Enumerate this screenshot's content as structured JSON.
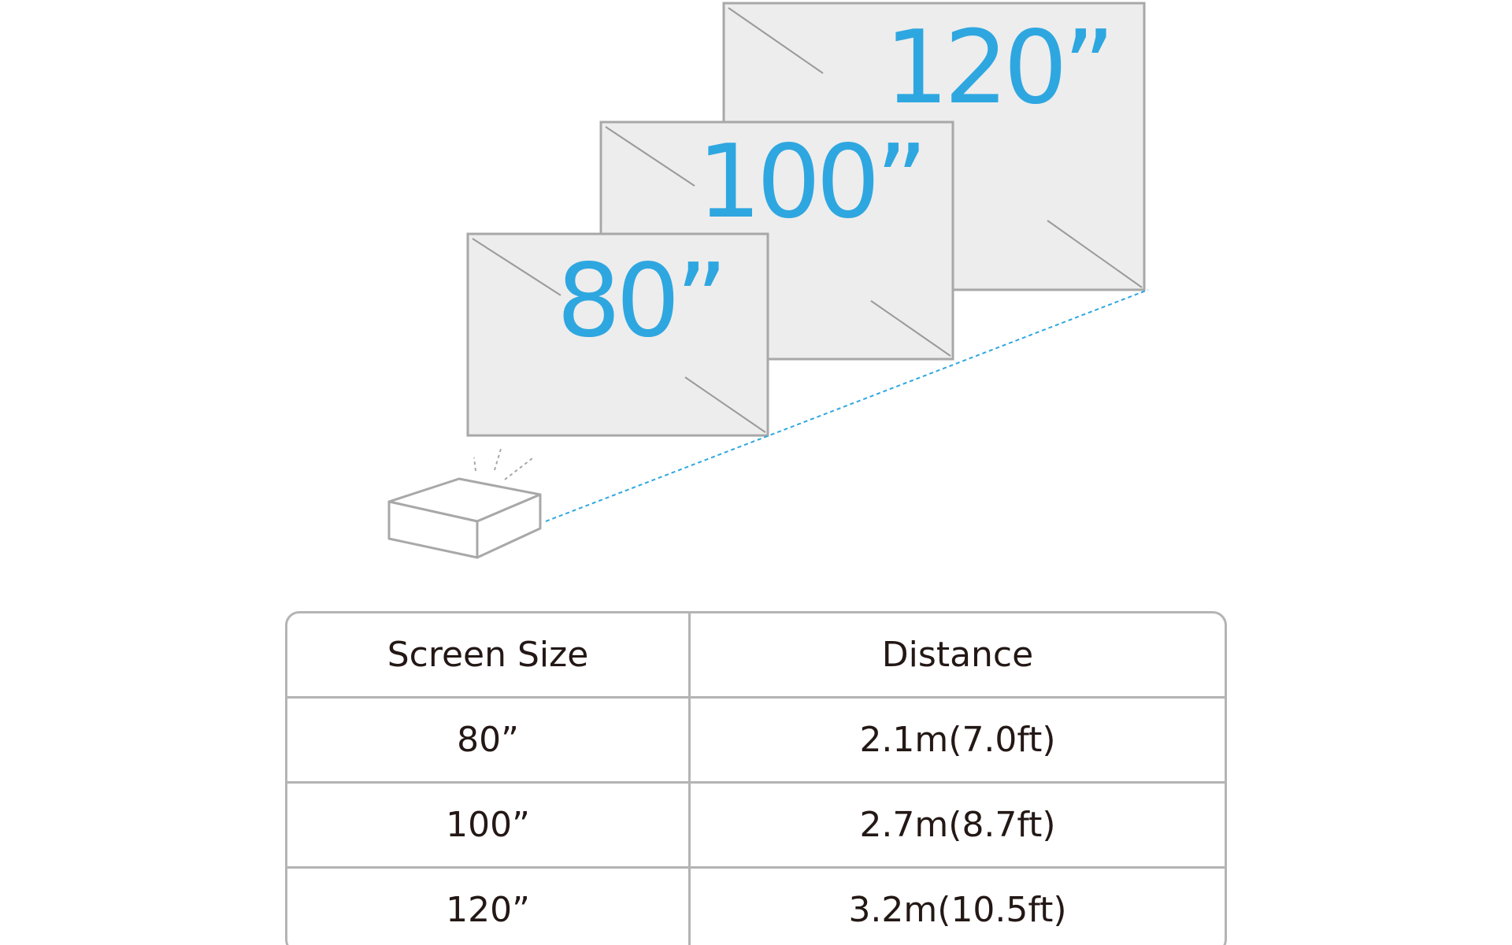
{
  "diagram": {
    "accent_color": "#2ea7e0",
    "screen_fill": "#ededed",
    "screen_stroke": "#a8a8a8",
    "screens": [
      {
        "label": "120”"
      },
      {
        "label": "100”"
      },
      {
        "label": "80”"
      }
    ],
    "projector_icon": "projector-icon"
  },
  "table": {
    "headers": [
      "Screen Size",
      "Distance"
    ],
    "rows": [
      {
        "size": "80”",
        "distance": "2.1m(7.0ft)"
      },
      {
        "size": "100”",
        "distance": "2.7m(8.7ft)"
      },
      {
        "size": "120”",
        "distance": "3.2m(10.5ft)"
      }
    ],
    "text_color": "#231815",
    "border_color": "#b4b4b4"
  }
}
